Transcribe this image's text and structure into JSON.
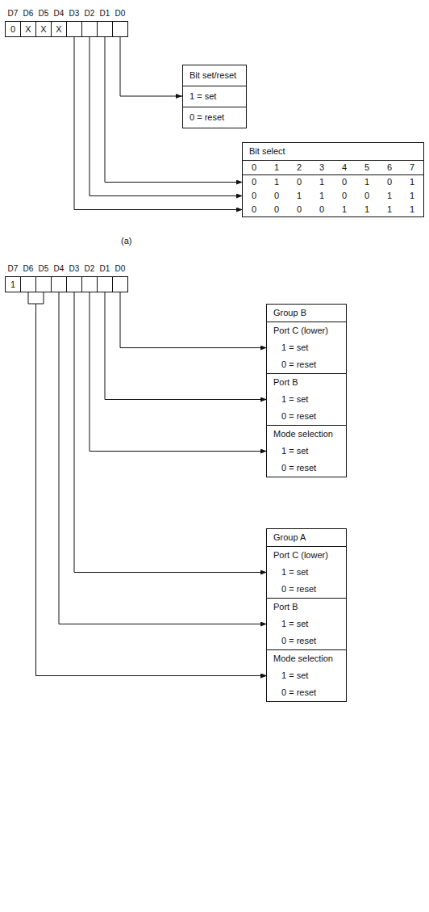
{
  "diagram": {
    "nodes": [
      {
        "text": [
          "D7",
          "0"
        ]
      },
      {
        "text": [
          "D6",
          "X"
        ]
      },
      {
        "text": [
          "D5",
          "X"
        ]
      },
      {
        "text": [
          "D4",
          "X"
        ]
      },
      {
        "text": [
          "D3"
        ]
      },
      {
        "text": [
          "D2"
        ]
      },
      {
        "text": [
          "D1"
        ]
      },
      {
        "text": [
          "D0"
        ]
      },
      {
        "text": [
          "Bit set/reset",
          "1 = set",
          "0 = reset"
        ]
      },
      {
        "text": [
          "Bit select"
        ]
      },
      {
        "text": [
          "0",
          "1",
          "2",
          "3",
          "4",
          "5",
          "6",
          "7"
        ],
        "in": 9
      },
      {
        "text": [
          "0",
          "1",
          "0",
          "1",
          "0",
          "1",
          "0",
          "1"
        ],
        "in": 9
      },
      {
        "text": [
          "0",
          "0",
          "1",
          "1",
          "0",
          "0",
          "1",
          "1"
        ],
        "in": 9
      },
      {
        "text": [
          "0",
          "0",
          "0",
          "0",
          "1",
          "1",
          "1",
          "1"
        ],
        "in": 9
      },
      {
        "text": [
          "D7",
          "1"
        ]
      },
      {
        "text": [
          "D6"
        ]
      },
      {
        "text": [
          "D5"
        ]
      },
      {
        "text": [
          "D4"
        ]
      },
      {
        "text": [
          "D3"
        ]
      },
      {
        "text": [
          "D2"
        ]
      },
      {
        "text": [
          "D1"
        ]
      },
      {
        "text": [
          "D0"
        ]
      },
      {
        "text": [
          "Group B"
        ]
      },
      {
        "text": [
          "Port C (lower)",
          "1 = set",
          "0 = reset"
        ],
        "in": 22
      },
      {
        "text": [
          "Port B",
          "1 = set",
          "0 = reset"
        ],
        "in": 22
      },
      {
        "text": [
          "Mode selection",
          "1 = set",
          "0 = reset"
        ],
        "in": 22
      },
      {
        "text": [
          "Group A"
        ]
      },
      {
        "text": [
          "Port C (lower)",
          "1 = set",
          "0 = reset"
        ],
        "in": 26
      },
      {
        "text": [
          "Port B",
          "1 = set",
          "0 = reset"
        ],
        "in": 26
      },
      {
        "text": [
          "Mode selection",
          "1 = set",
          "0 = reset"
        ],
        "in": 26
      }
    ],
    "edges": [
      {
        "from": 7,
        "to": 8,
        "arrow": "to"
      },
      {
        "from": 6,
        "to": 11,
        "arrow": "to"
      },
      {
        "from": 5,
        "to": 12,
        "arrow": "to"
      },
      {
        "from": 4,
        "to": 13,
        "arrow": "to"
      },
      {
        "from": 21,
        "to": 23,
        "arrow": "to"
      },
      {
        "from": 20,
        "to": 24,
        "arrow": "to"
      },
      {
        "from": 19,
        "to": 25,
        "arrow": "to"
      },
      {
        "from": 18,
        "to": 27,
        "arrow": "to"
      },
      {
        "from": 17,
        "to": 28,
        "arrow": "to"
      },
      {
        "from": 16,
        "to": 29,
        "arrow": "to"
      },
      {
        "from": 15,
        "to": 29,
        "arrow": "to"
      }
    ],
    "labels": [
      "(a)"
    ]
  }
}
